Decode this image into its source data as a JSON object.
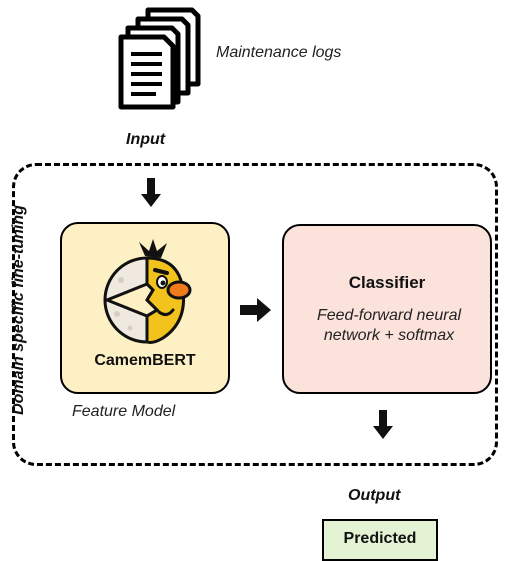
{
  "input": {
    "documents_label": "Maintenance logs",
    "label": "Input"
  },
  "pipeline": {
    "side_label": "Domain specific fine-tuning",
    "feature_model": {
      "name": "CamemBERT",
      "caption": "Feature Model"
    },
    "classifier": {
      "title": "Classifier",
      "description_line1": "Feed-forward neural",
      "description_line2": "network + softmax"
    }
  },
  "output": {
    "label": "Output",
    "result": "Predicted"
  },
  "colors": {
    "feature_box_fill": "#fdf0c4",
    "classifier_box_fill": "#fbe3dc",
    "predicted_box_fill": "#e4f3d4",
    "camembert_yellow": "#f2c31d",
    "camembert_nose": "#f07b1a"
  },
  "icons": {
    "documents": "stacked-documents-icon",
    "mascot": "camembert-mascot-icon",
    "arrows": "down-arrow, right-arrow"
  }
}
